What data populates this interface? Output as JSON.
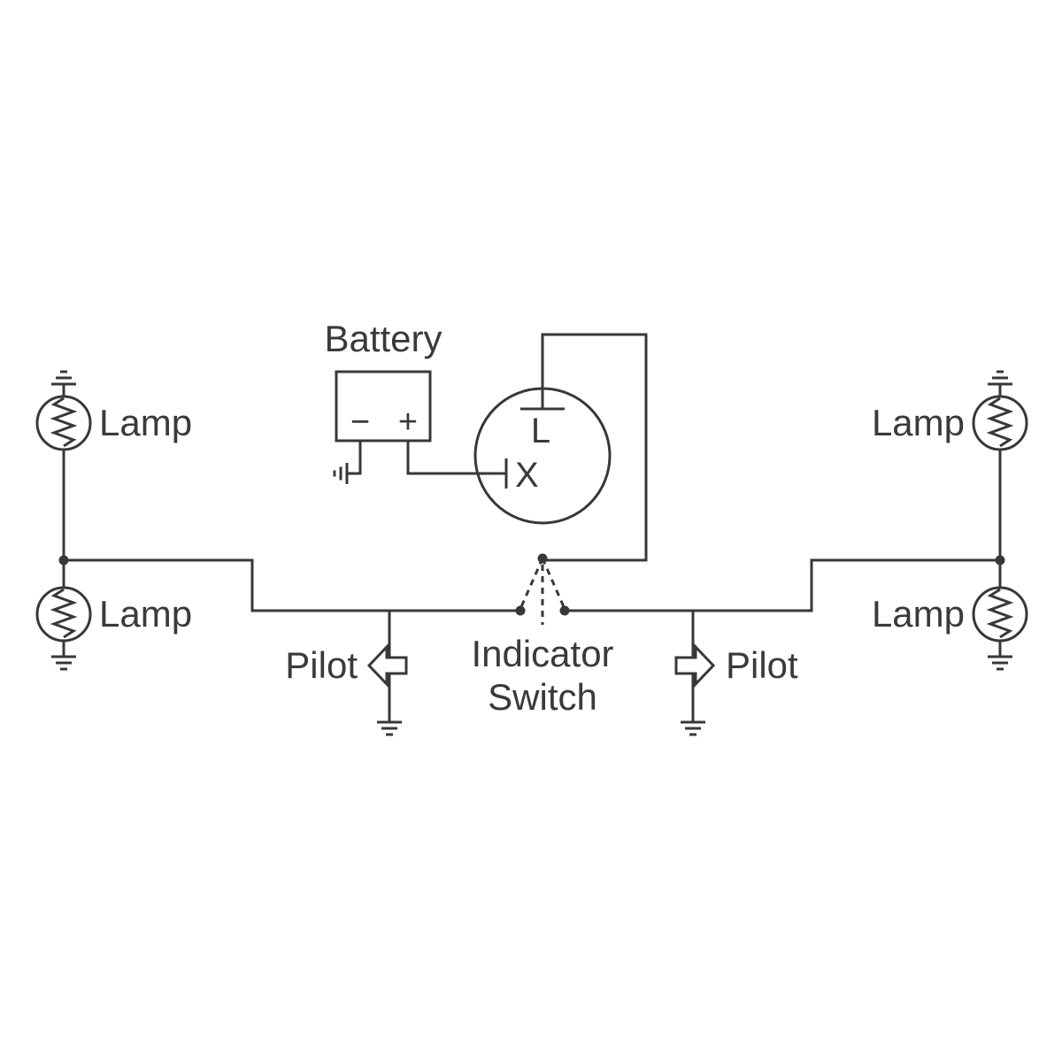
{
  "diagram": {
    "labels": {
      "battery": "Battery",
      "lamp": "Lamp",
      "pilot": "Pilot",
      "indicator_line1": "Indicator",
      "indicator_line2": "Switch",
      "terminal_l": "L",
      "terminal_x": "X",
      "battery_minus": "−",
      "battery_plus": "+"
    },
    "colors": {
      "line": "#383838",
      "text": "#3a3a3a",
      "background": "#ffffff"
    }
  }
}
